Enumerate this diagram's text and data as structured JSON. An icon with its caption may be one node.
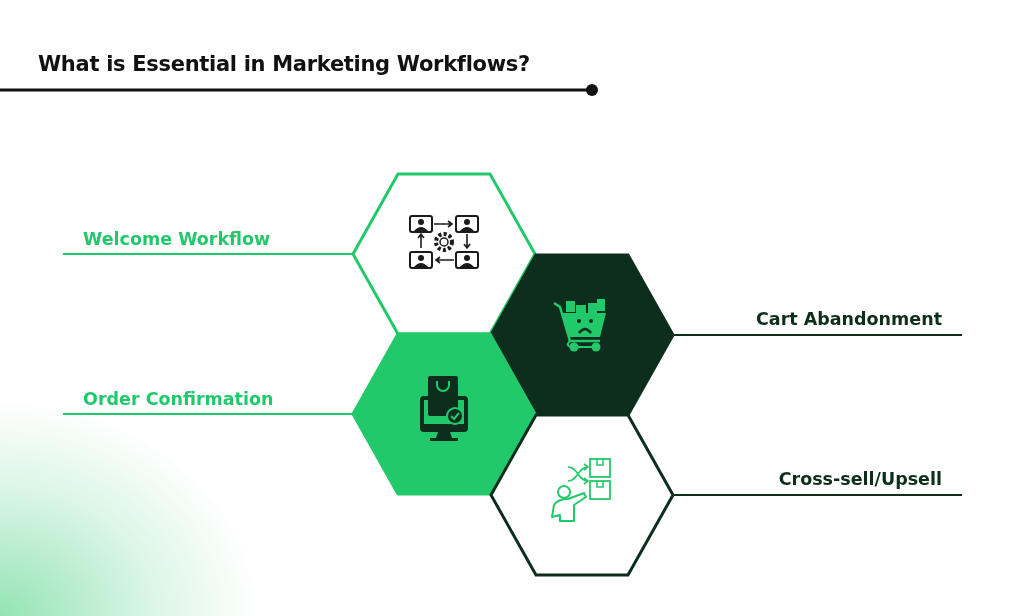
{
  "diagram": {
    "title": "What is Essential in Marketing Workflows?",
    "nodes": [
      {
        "text": [
          "Welcome Workflow"
        ]
      },
      {
        "text": [],
        "shape": "hexagon"
      },
      {
        "text": [
          "Cart Abandonment"
        ]
      },
      {
        "text": [],
        "shape": "hexagon"
      },
      {
        "text": [
          "Order Confirmation"
        ]
      },
      {
        "text": [],
        "shape": "hexagon"
      },
      {
        "text": [
          "Cross-sell/Upsell"
        ]
      },
      {
        "text": [],
        "shape": "hexagon"
      }
    ],
    "edges": [
      {
        "from": 0,
        "to": 1,
        "arrow": "none",
        "color": "#22c96b"
      },
      {
        "from": 2,
        "to": 3,
        "arrow": "none",
        "color": "#0d2e1c"
      },
      {
        "from": 4,
        "to": 5,
        "arrow": "none",
        "color": "#22c96b"
      },
      {
        "from": 6,
        "to": 7,
        "arrow": "none",
        "color": "#0d2e1c"
      }
    ]
  }
}
